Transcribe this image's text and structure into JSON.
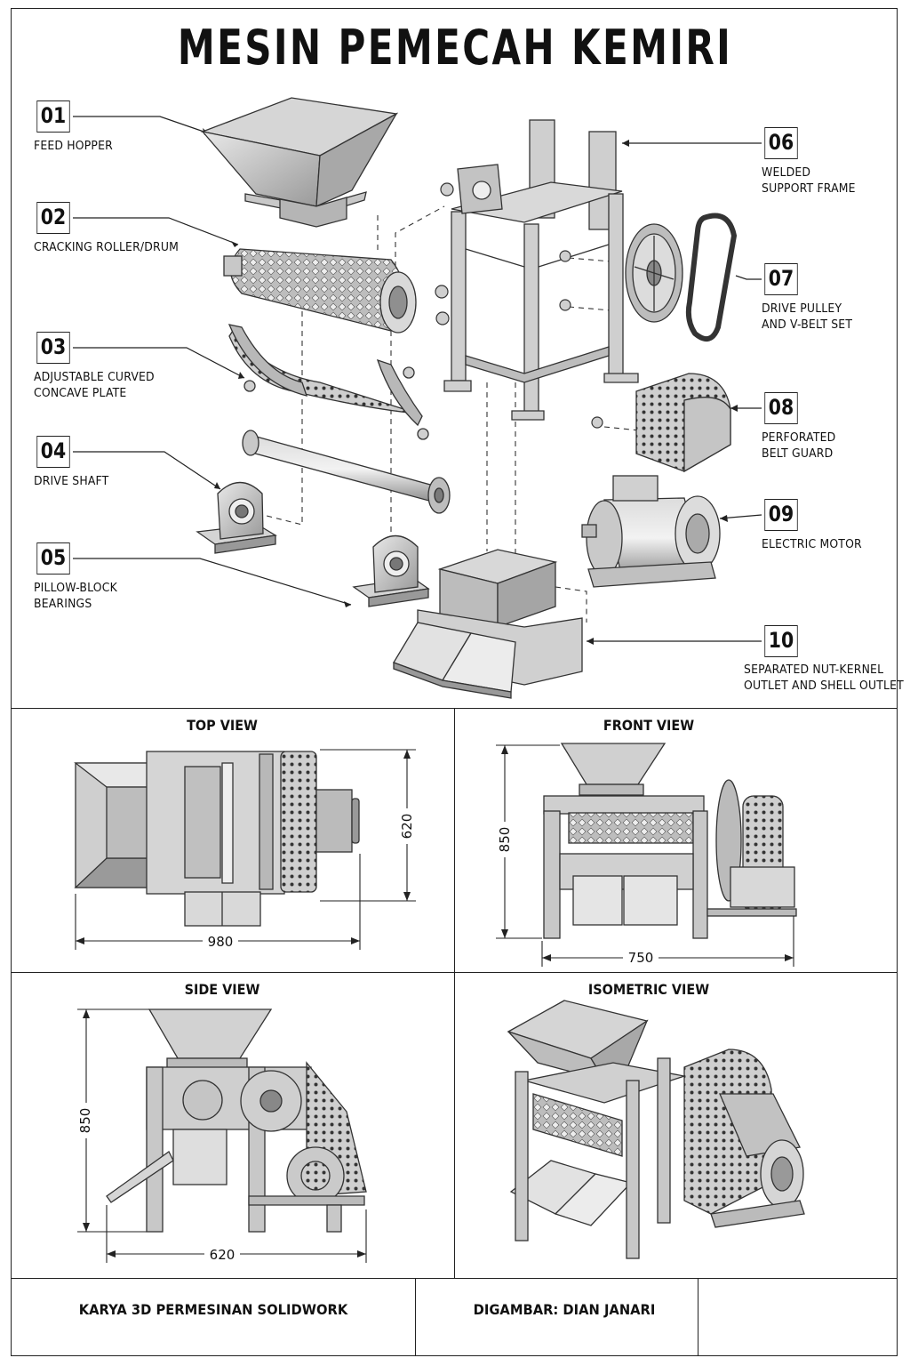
{
  "title": "MESIN PEMECAH KEMIRI",
  "parts": [
    {
      "num": "01",
      "label1": "FEED HOPPER",
      "label2": ""
    },
    {
      "num": "02",
      "label1": "CRACKING ROLLER/DRUM",
      "label2": ""
    },
    {
      "num": "03",
      "label1": "ADJUSTABLE CURVED",
      "label2": "CONCAVE PLATE"
    },
    {
      "num": "04",
      "label1": "DRIVE SHAFT",
      "label2": ""
    },
    {
      "num": "05",
      "label1": "PILLOW-BLOCK",
      "label2": "BEARINGS"
    },
    {
      "num": "06",
      "label1": "WELDED",
      "label2": "SUPPORT FRAME"
    },
    {
      "num": "07",
      "label1": "DRIVE PULLEY",
      "label2": "AND V-BELT SET"
    },
    {
      "num": "08",
      "label1": "PERFORATED",
      "label2": "BELT GUARD"
    },
    {
      "num": "09",
      "label1": "ELECTRIC MOTOR",
      "label2": ""
    },
    {
      "num": "10",
      "label1": "SEPARATED NUT-KERNEL",
      "label2": "OUTLET AND SHELL OUTLET"
    }
  ],
  "views": {
    "top": {
      "title": "TOP VIEW",
      "width_dim": "980",
      "depth_dim": "620"
    },
    "front": {
      "title": "FRONT VIEW",
      "height_dim": "850",
      "width_dim": "750"
    },
    "side": {
      "title": "SIDE VIEW",
      "height_dim": "850",
      "width_dim": "620"
    },
    "iso": {
      "title": "ISOMETRIC VIEW"
    }
  },
  "footer": {
    "left": "KARYA 3D PERMESINAN SOLIDWORK",
    "right": "DIGAMBAR: DIAN JANARI"
  }
}
